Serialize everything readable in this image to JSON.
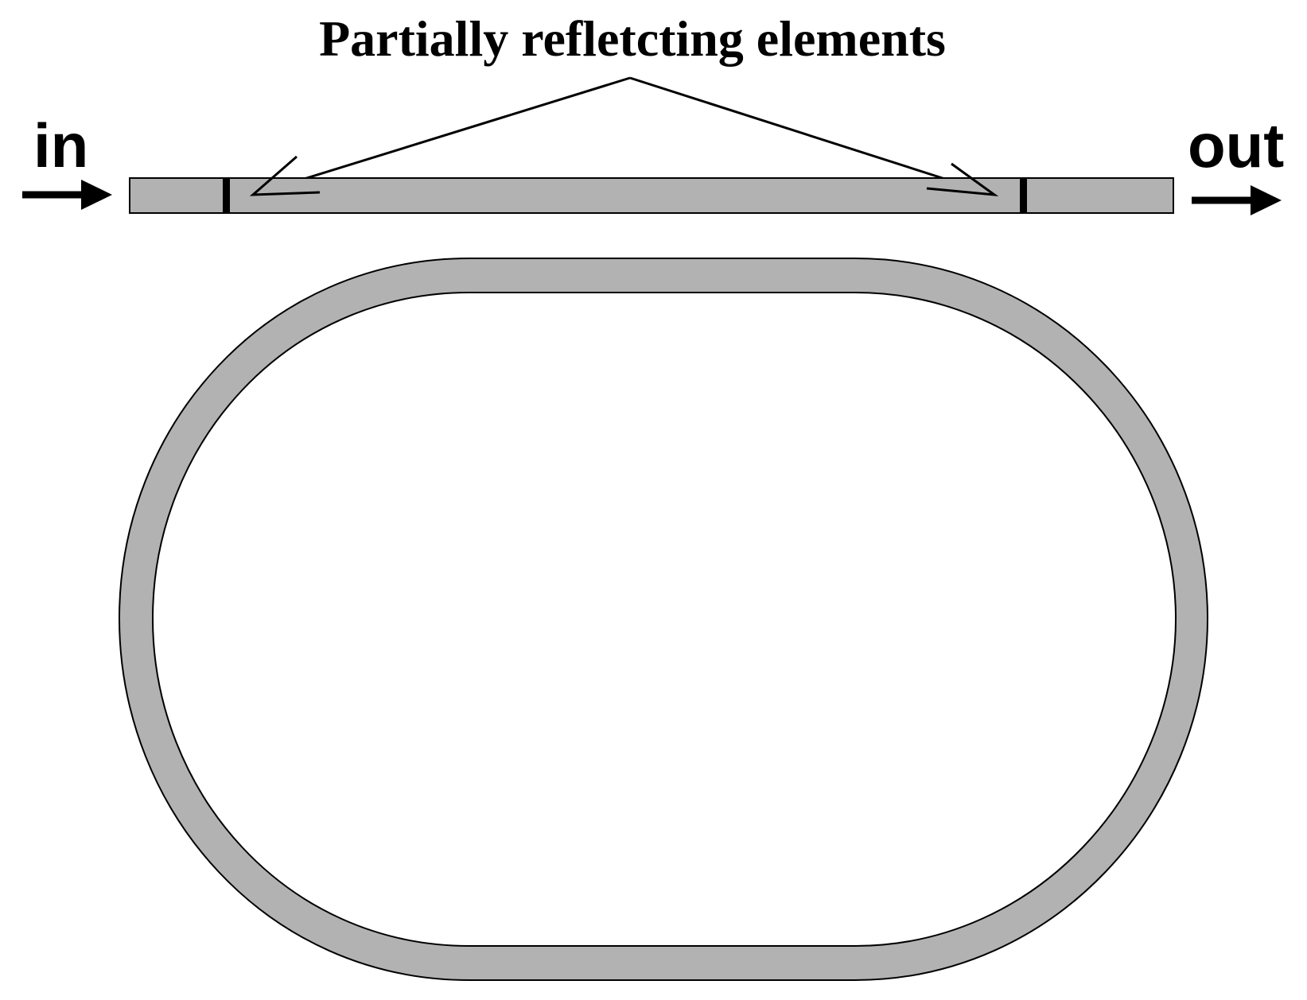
{
  "diagram": {
    "title": "Partially refletcting elements",
    "input_label": "in",
    "output_label": "out",
    "colors": {
      "waveguide_fill": "#b2b2b2",
      "outline": "#000000",
      "background": "#ffffff"
    }
  }
}
